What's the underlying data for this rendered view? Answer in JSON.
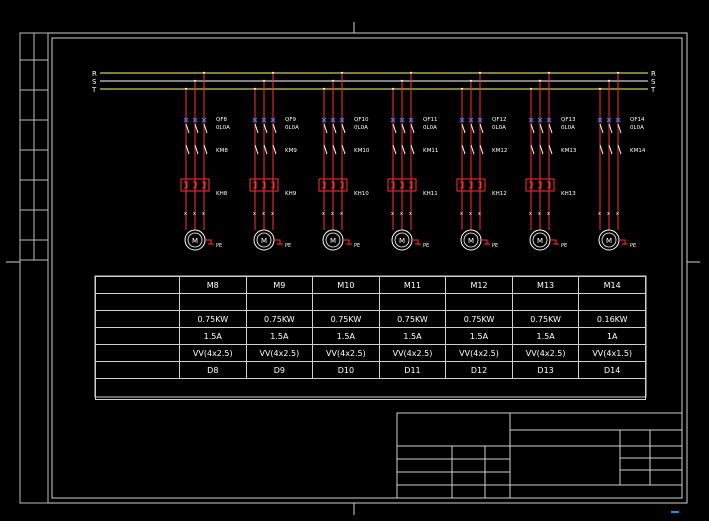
{
  "bus": {
    "labels": [
      "R",
      "S",
      "T"
    ],
    "colors": [
      "#ffff66",
      "#ffffff",
      "#ffff66"
    ]
  },
  "feeders": [
    {
      "breaker": "QF8",
      "rating": "0L0A",
      "contactor": "KM8",
      "relay": "KH8",
      "pe": "PE"
    },
    {
      "breaker": "QF9",
      "rating": "0L0A",
      "contactor": "KM9",
      "relay": "KH9",
      "pe": "PE"
    },
    {
      "breaker": "QF10",
      "rating": "0L0A",
      "contactor": "KM10",
      "relay": "KH10",
      "pe": "PE"
    },
    {
      "breaker": "QF11",
      "rating": "0L0A",
      "contactor": "KM11",
      "relay": "KH11",
      "pe": "PE"
    },
    {
      "breaker": "QF12",
      "rating": "0L0A",
      "contactor": "KM12",
      "relay": "KH12",
      "pe": "PE"
    },
    {
      "breaker": "QF13",
      "rating": "0L0A",
      "contactor": "KM13",
      "relay": "KH13",
      "pe": "PE"
    },
    {
      "breaker": "QF14",
      "rating": "0L0A",
      "contactor": "KM14",
      "relay": "",
      "pe": "PE"
    }
  ],
  "table": {
    "rows": [
      {
        "header": "",
        "cells": [
          "M8",
          "M9",
          "M10",
          "M11",
          "M12",
          "M13",
          "M14"
        ]
      },
      {
        "header": "",
        "cells": [
          "",
          "",
          "",
          "",
          "",
          "",
          ""
        ]
      },
      {
        "header": "",
        "cells": [
          "0.75KW",
          "0.75KW",
          "0.75KW",
          "0.75KW",
          "0.75KW",
          "0.75KW",
          "0.16KW"
        ]
      },
      {
        "header": "",
        "cells": [
          "1.5A",
          "1.5A",
          "1.5A",
          "1.5A",
          "1.5A",
          "1.5A",
          "1A"
        ]
      },
      {
        "header": "",
        "cells": [
          "VV(4x2.5)",
          "VV(4x2.5)",
          "VV(4x2.5)",
          "VV(4x2.5)",
          "VV(4x2.5)",
          "VV(4x2.5)",
          "VV(4x1.5)"
        ]
      },
      {
        "header": "",
        "cells": [
          "D8",
          "D9",
          "D10",
          "D11",
          "D12",
          "D13",
          "D14"
        ]
      }
    ],
    "remark": ""
  },
  "title_block": {
    "row1": "",
    "row2": "",
    "drawing_name": "",
    "sheet": "",
    "labels": [
      "",
      "",
      "",
      "",
      "",
      ""
    ]
  },
  "watermark": {
    "big": "",
    "small": ""
  }
}
